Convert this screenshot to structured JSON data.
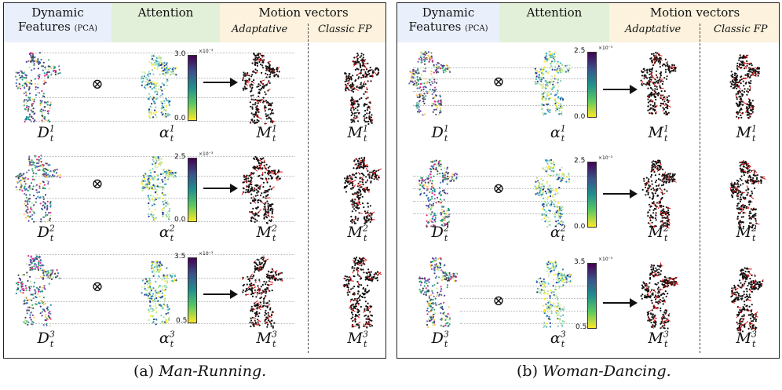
{
  "headers": {
    "features": "Dynamic",
    "features_line2": "Features",
    "features_pca": "(PCA)",
    "attention": "Attention",
    "motion": "Motion vectors",
    "adaptative": "Adaptative",
    "classic": "Classic FP"
  },
  "row_labels": {
    "D1": "D",
    "D2": "D",
    "D3": "D",
    "a": "α",
    "M": "M",
    "sub": "t",
    "s1": "1",
    "s2": "2",
    "s3": "3"
  },
  "panels": [
    {
      "caption_prefix": "(a)",
      "caption_title": "Man-Running.",
      "colorbars": [
        {
          "max": "3.0",
          "min": "0.0",
          "exp": "×10⁻³"
        },
        {
          "max": "2.5",
          "min": "0.0",
          "exp": "×10⁻³"
        },
        {
          "max": "3.5",
          "min": "0.5",
          "exp": "×10⁻³"
        }
      ]
    },
    {
      "caption_prefix": "(b)",
      "caption_title": "Woman-Dancing.",
      "colorbars": [
        {
          "max": "2.5",
          "min": "0.0",
          "exp": "×10⁻³"
        },
        {
          "max": "2.5",
          "min": "0.0",
          "exp": "×10⁻³"
        },
        {
          "max": "3.5",
          "min": "0.5",
          "exp": "×10⁻³"
        }
      ]
    }
  ],
  "colors": {
    "header_features": "#eaf0fb",
    "header_attention": "#e3f0d9",
    "header_motion": "#fcf2dd",
    "motion_red": "#d91414"
  }
}
